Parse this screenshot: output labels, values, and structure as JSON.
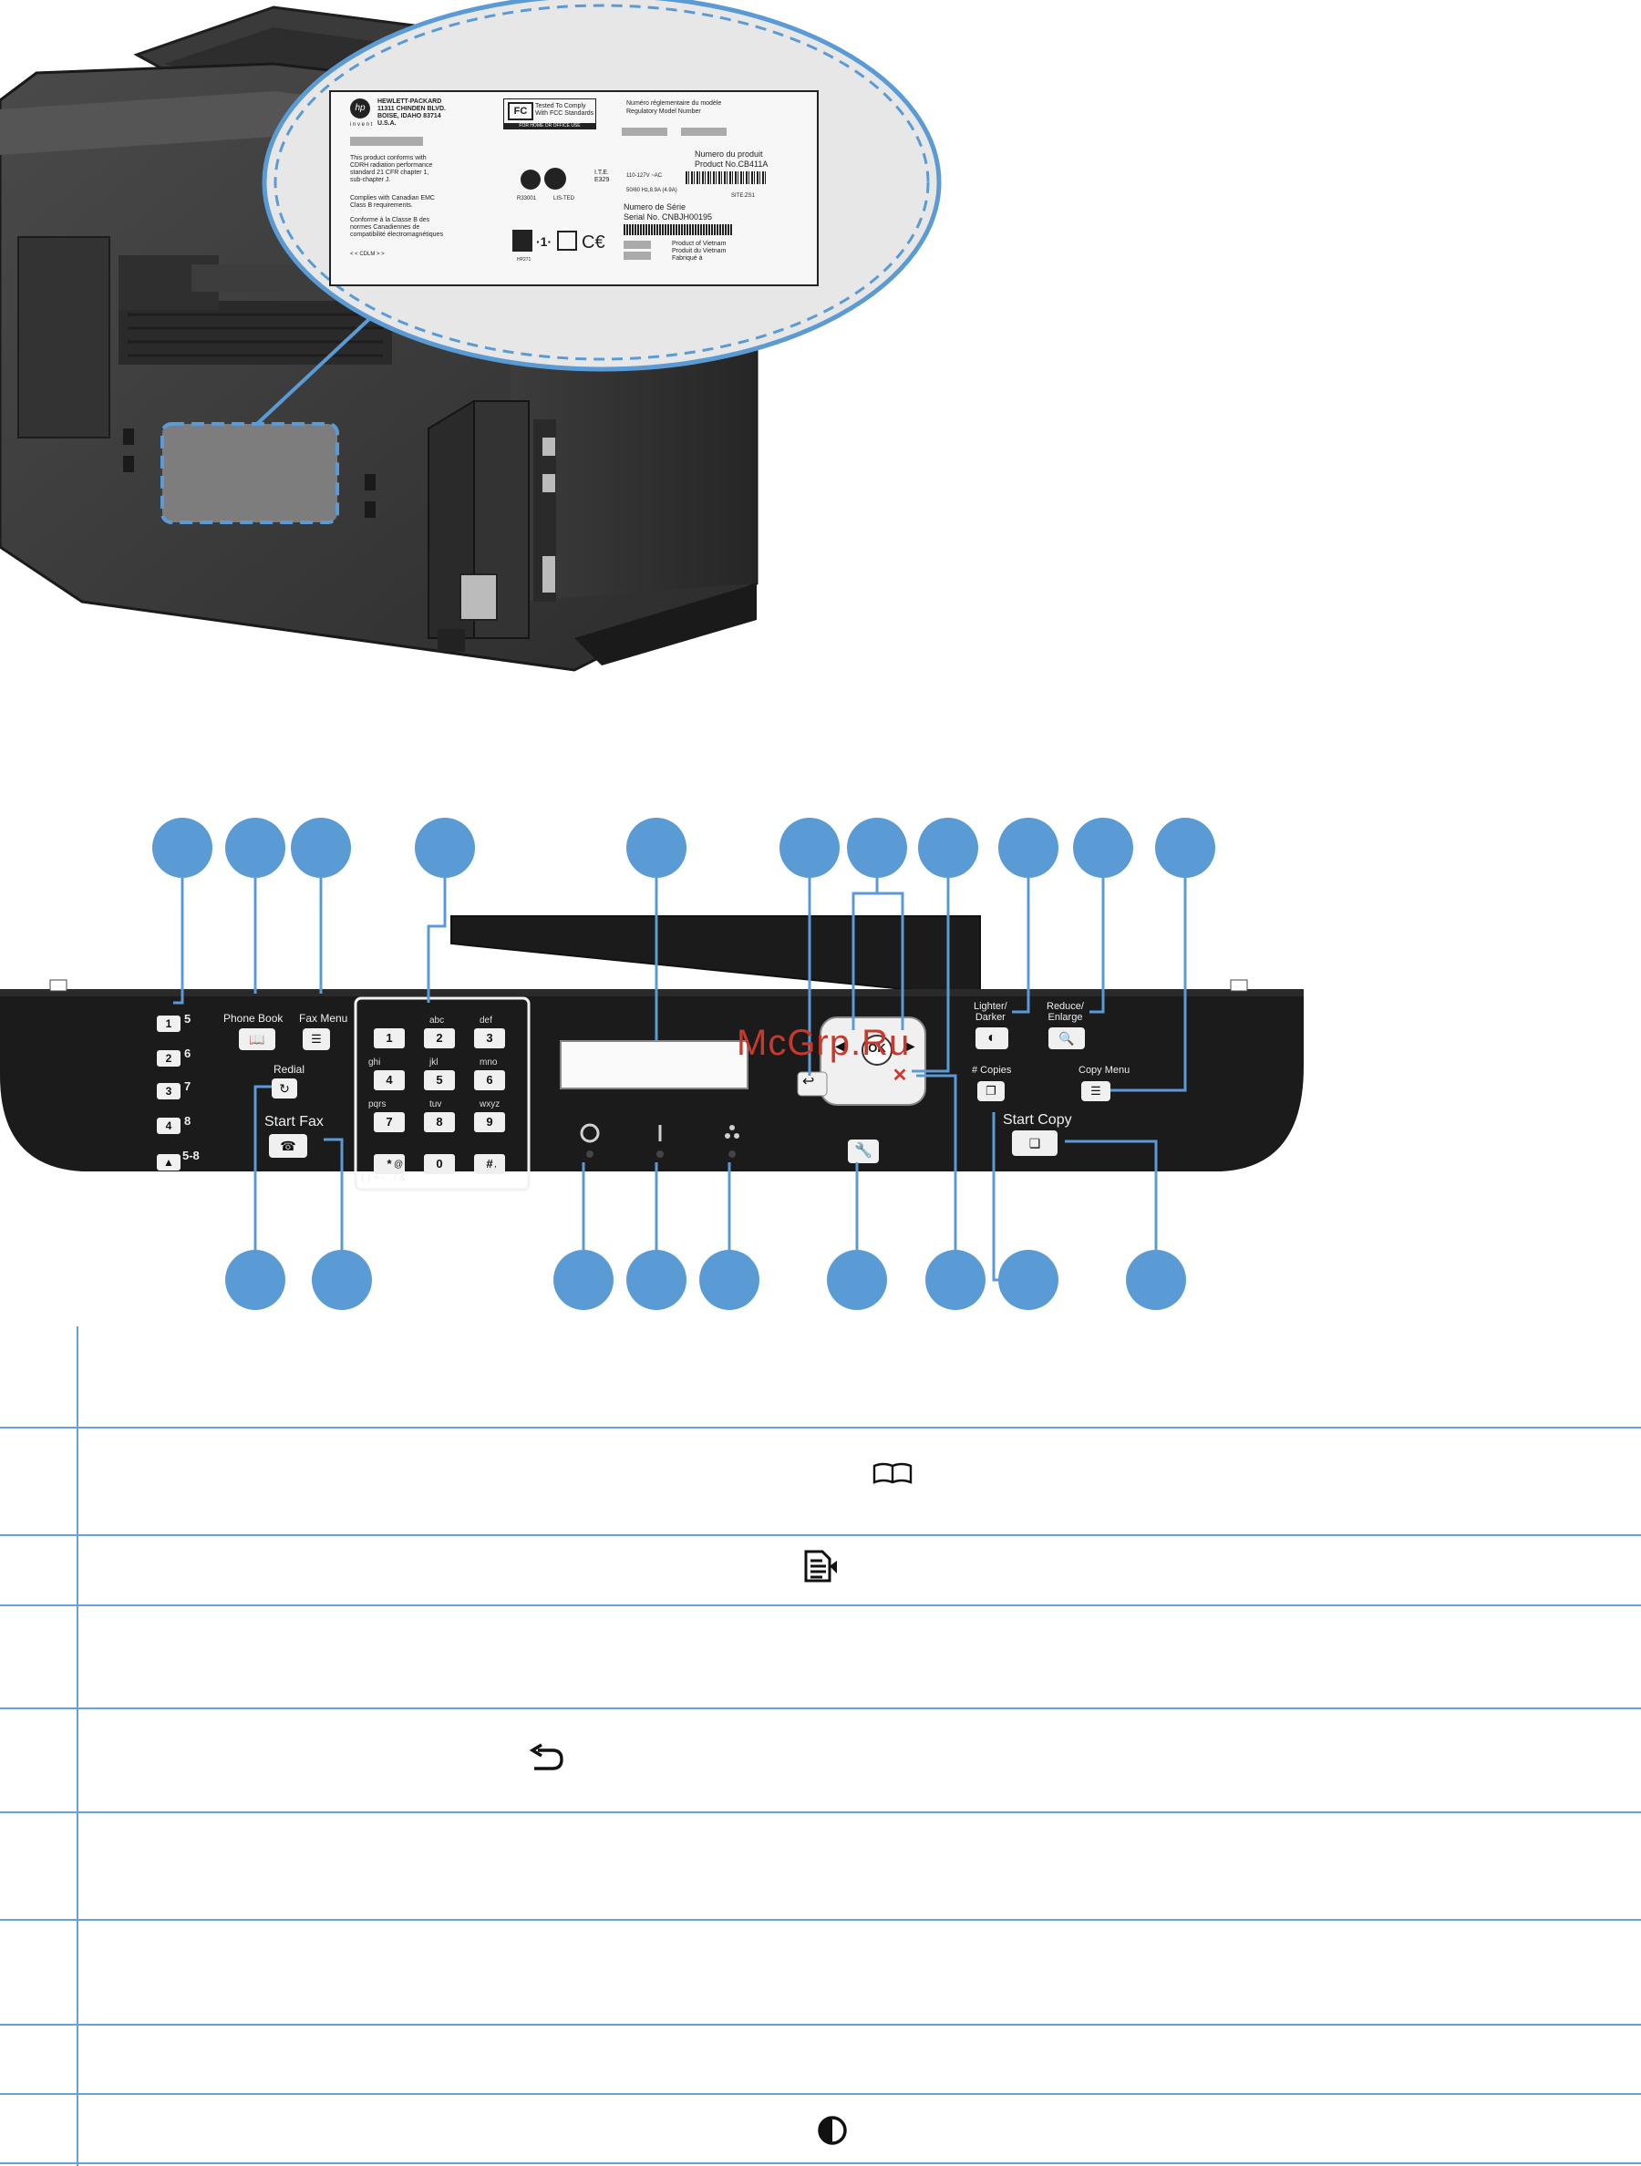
{
  "label": {
    "company": "HEWLETT-PACKARD",
    "address_lines": [
      "11311 CHINDEN BLVD.",
      "BOISE, IDAHO 83714",
      "U.S.A."
    ],
    "invent": "i n v e n t",
    "fcc_line1": "Tested To Comply",
    "fcc_line2": "With FCC Standards",
    "fcc_footer": "FOR HOME OR OFFICE USE",
    "regulatory_fr": "Numéro réglementaire du modèle",
    "regulatory_en": "Regulatory Model Number",
    "product_no_fr": "Numero du produit",
    "product_no": "Product No.CB411A",
    "cdrh_lines": [
      "This product conforms with",
      "CDRH radiation performance",
      "standard 21 CFR chapter 1,",
      "sub-chapter J."
    ],
    "canadian_lines": [
      "Complies with Canadian EMC",
      "Class B requirements."
    ],
    "conforme_lines": [
      "Conforme à la Classe B des",
      "normes Canadiennes de",
      "compatibilité électromagnétiques"
    ],
    "cdlm": "<   <   CDLM   >   >",
    "voltage": "110-127V  ~AC",
    "freq": "50/60 Hz,8.9A (4.9A)",
    "ite": "I.T.E.",
    "ite_code": "E329",
    "site": "SITE:ZS1",
    "serial_fr": "Numero de Série",
    "serial": "Serial No.   CNBJH00195",
    "r_code": "R33001",
    "lis_ted": "LIS-TED",
    "product_of_lines": [
      "Product of Vietnam",
      "Produit du Vietnam",
      "Fabriqué à"
    ],
    "hpicon": "HP271"
  },
  "panel": {
    "onetouch_keys": [
      "1",
      "2",
      "3",
      "4"
    ],
    "onetouch_alt": [
      "5",
      "6",
      "7",
      "8"
    ],
    "shift_alt": "5-8",
    "phone_book_label": "Phone Book",
    "fax_menu_label": "Fax Menu",
    "redial_label": "Redial",
    "start_fax_label": "Start Fax",
    "keypad_keys": [
      "1",
      "2",
      "3",
      "4",
      "5",
      "6",
      "7",
      "8",
      "9",
      "*",
      "0",
      "#"
    ],
    "keypad_letters": [
      "",
      "abc",
      "def",
      "ghi",
      "jkl",
      "mno",
      "pqrs",
      "tuv",
      "wxyz",
      "",
      "",
      ""
    ],
    "keypad_sub_star": "@",
    "keypad_sub_hash": ",",
    "keypad_symbols": "( ) + - . / &",
    "ok_label": "OK",
    "lighter_darker_label": [
      "Lighter/",
      "Darker"
    ],
    "reduce_enlarge_label": [
      "Reduce/",
      "Enlarge"
    ],
    "copies_label": "# Copies",
    "copy_menu_label": "Copy Menu",
    "start_copy_label": "Start Copy"
  },
  "watermark": "McGrp.Ru",
  "colors": {
    "callout": "#5b9bd5",
    "rule": "#6aa0d8",
    "panel": "#1b1b1b",
    "cancel": "#d9342b"
  }
}
